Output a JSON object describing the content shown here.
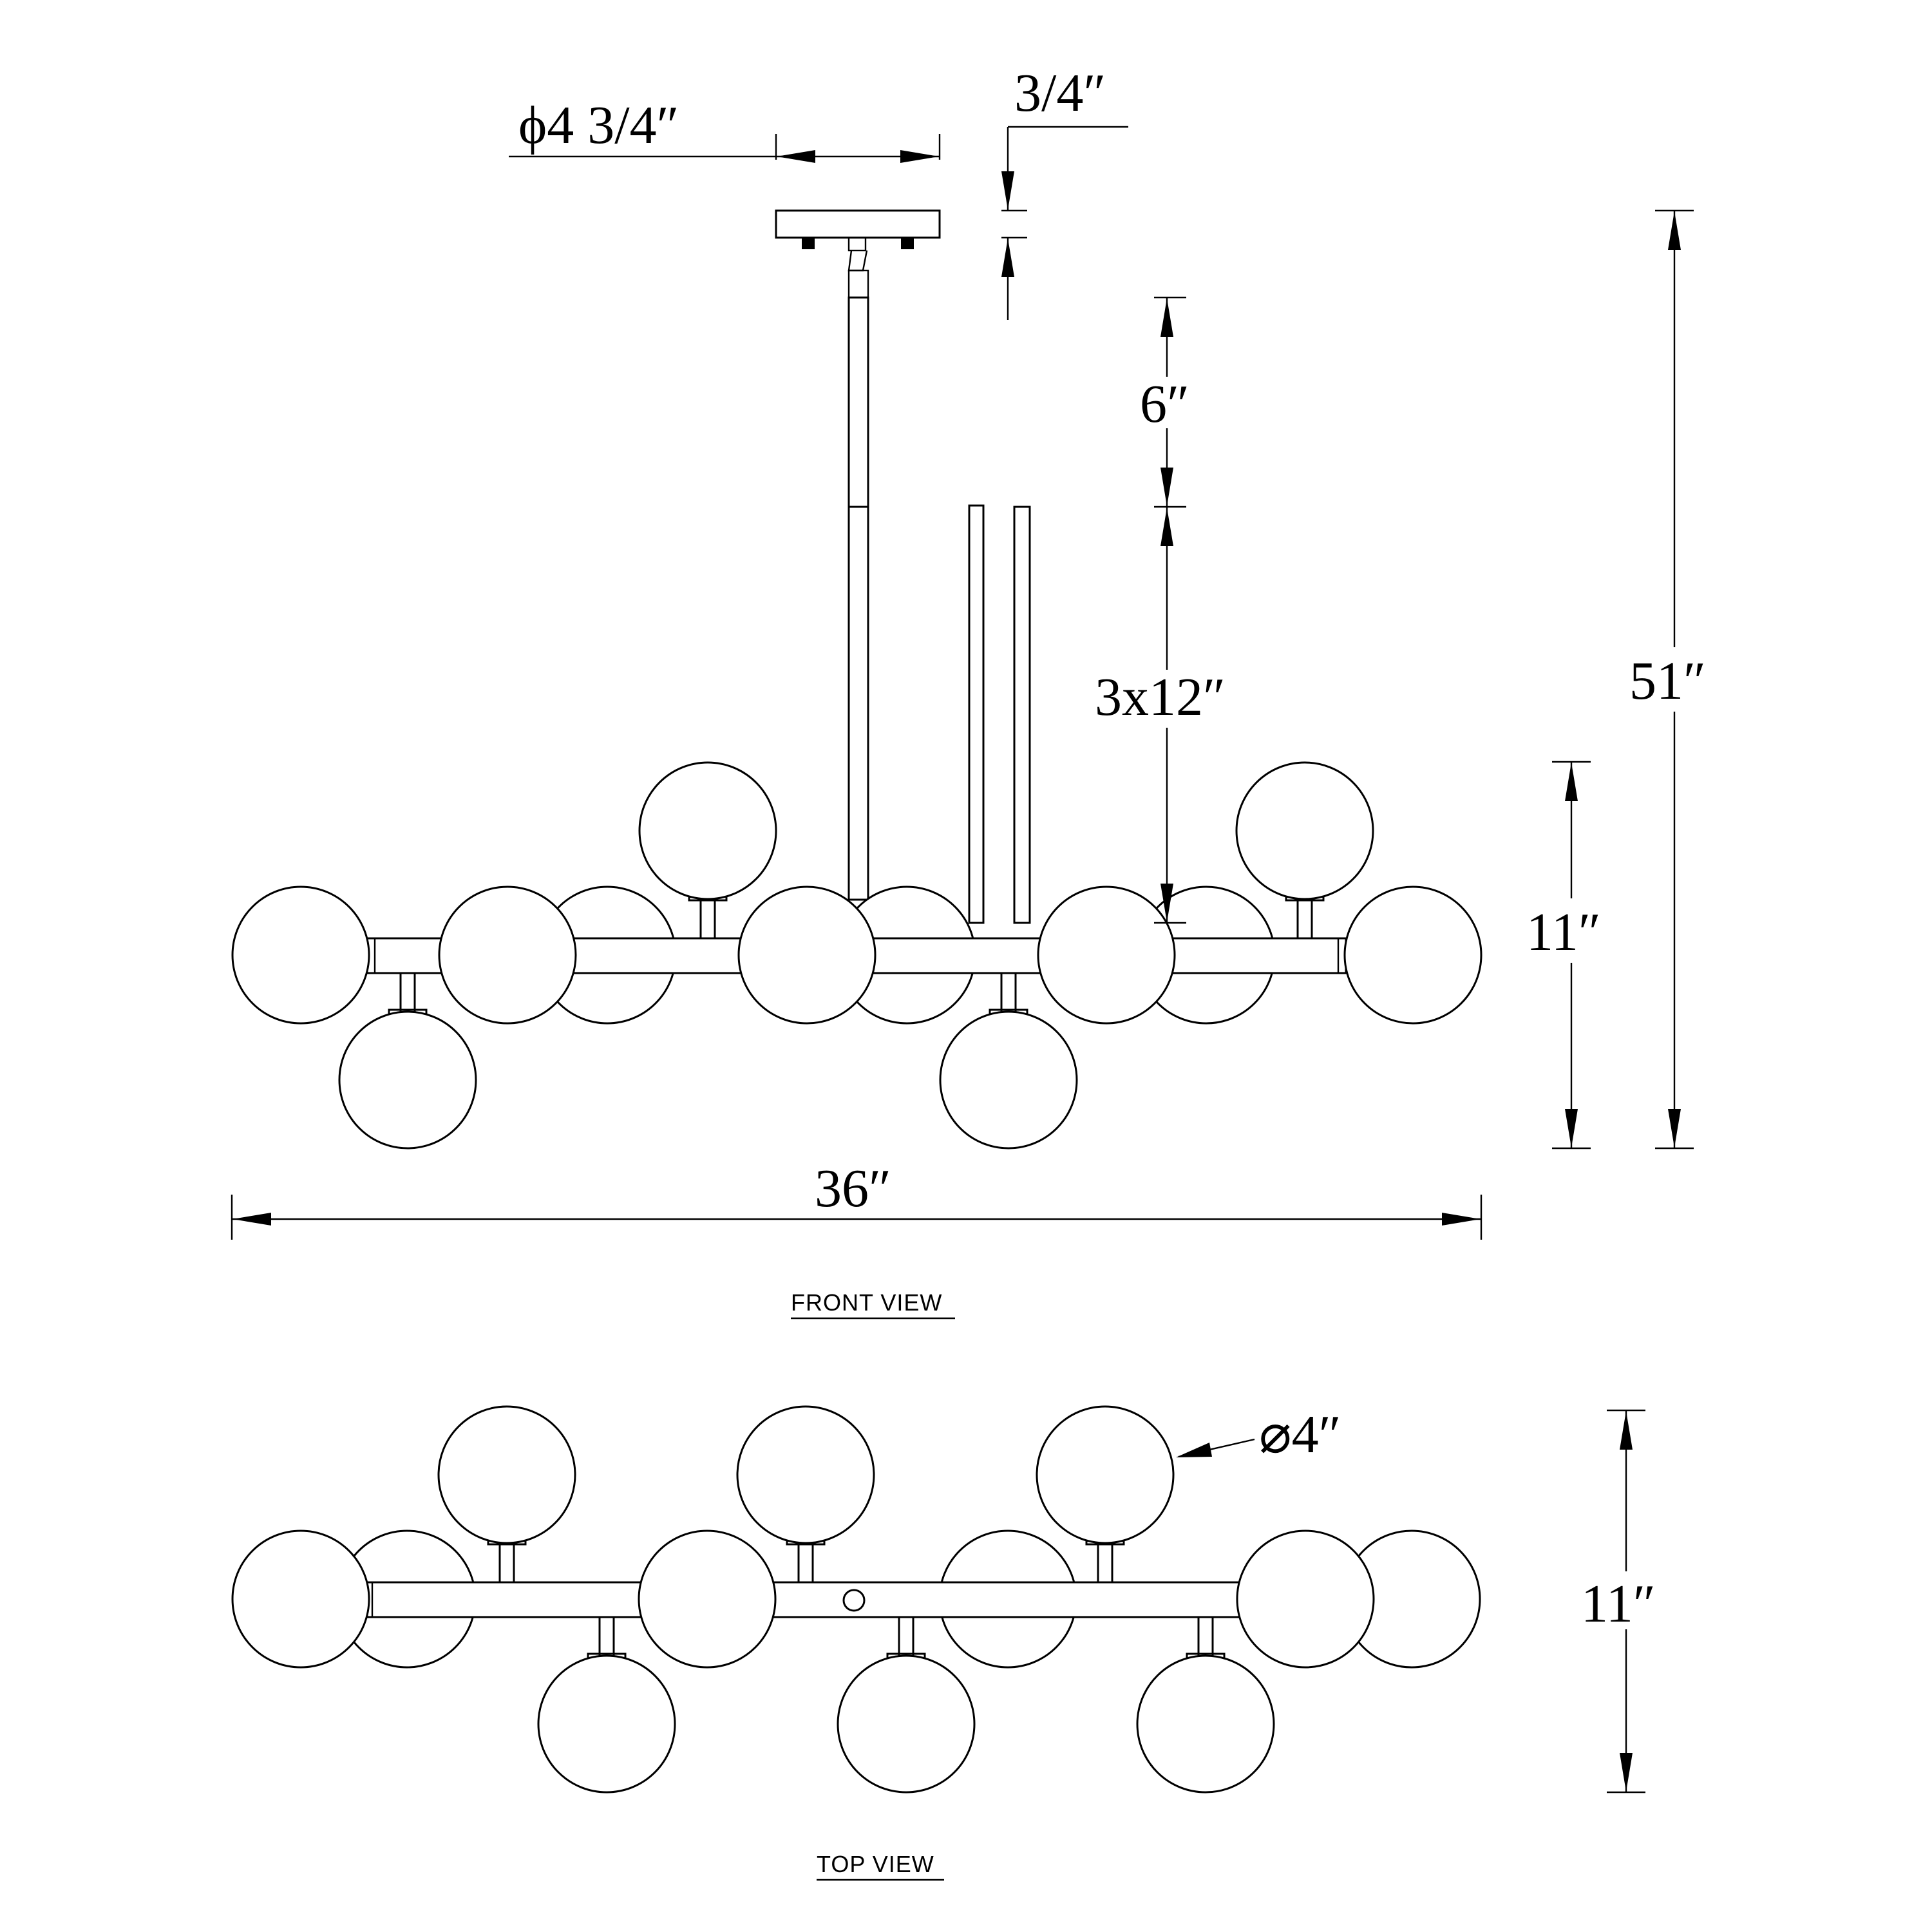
{
  "front_view": {
    "label": "FRONT VIEW",
    "dims": {
      "canopy_diameter": "ϕ4 3/4″",
      "canopy_height": "3/4″",
      "rod_top": "6″",
      "rods": "3x12″",
      "overall_height": "51″",
      "body_height": "11″",
      "width": "36″"
    }
  },
  "top_view": {
    "label": "TOP VIEW",
    "dims": {
      "globe_diameter": "⌀4″",
      "depth": "11″"
    }
  }
}
